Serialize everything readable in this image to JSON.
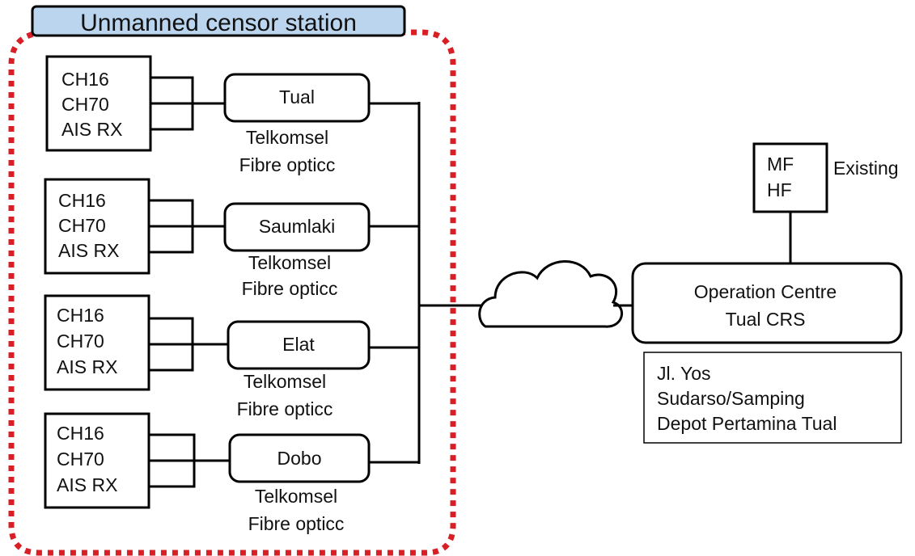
{
  "title": "Unmanned censor station",
  "colors": {
    "title_fill": "#bcd5ee",
    "boundary": "#d91f26",
    "stroke": "#000000"
  },
  "stations": [
    {
      "channels": [
        "CH16",
        "CH70",
        "AIS RX"
      ],
      "name": "Tual",
      "link": [
        "Telkomsel",
        "Fibre opticc"
      ]
    },
    {
      "channels": [
        "CH16",
        "CH70",
        "AIS RX"
      ],
      "name": "Saumlaki",
      "link": [
        "Telkomsel",
        "Fibre opticc"
      ]
    },
    {
      "channels": [
        "CH16",
        "CH70",
        "AIS RX"
      ],
      "name": "Elat",
      "link": [
        "Telkomsel",
        "Fibre opticc"
      ]
    },
    {
      "channels": [
        "CH16",
        "CH70",
        "AIS RX"
      ],
      "name": "Dobo",
      "link": [
        "Telkomsel",
        "Fibre opticc"
      ]
    }
  ],
  "operation_centre": [
    "Operation Centre",
    "Tual CRS"
  ],
  "mfhf": [
    "MF",
    "HF"
  ],
  "existing": "Existing",
  "address": [
    "Jl. Yos",
    "Sudarso/Samping",
    "Depot Pertamina Tual"
  ]
}
